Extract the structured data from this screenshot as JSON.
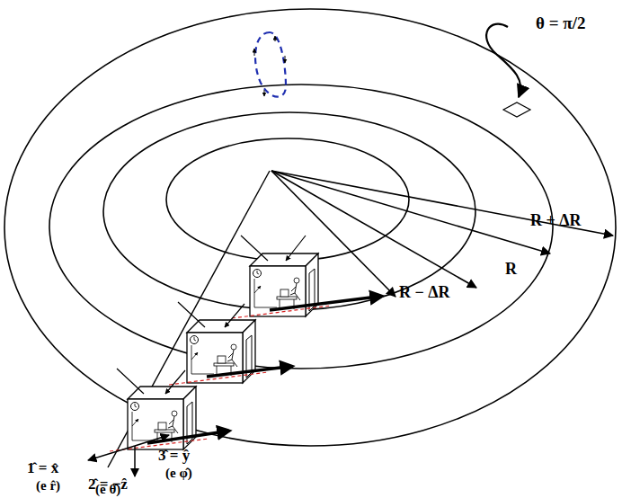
{
  "diagram": {
    "labels": [
      "θ = π/2",
      "R + ΔR",
      "R",
      "R − ΔR",
      "1̂ = x̂",
      "(e r̂)",
      "2̂ = −ẑ",
      "(e θ̂)",
      "3̂ = ŷ",
      "(e φ̂)"
    ]
  }
}
